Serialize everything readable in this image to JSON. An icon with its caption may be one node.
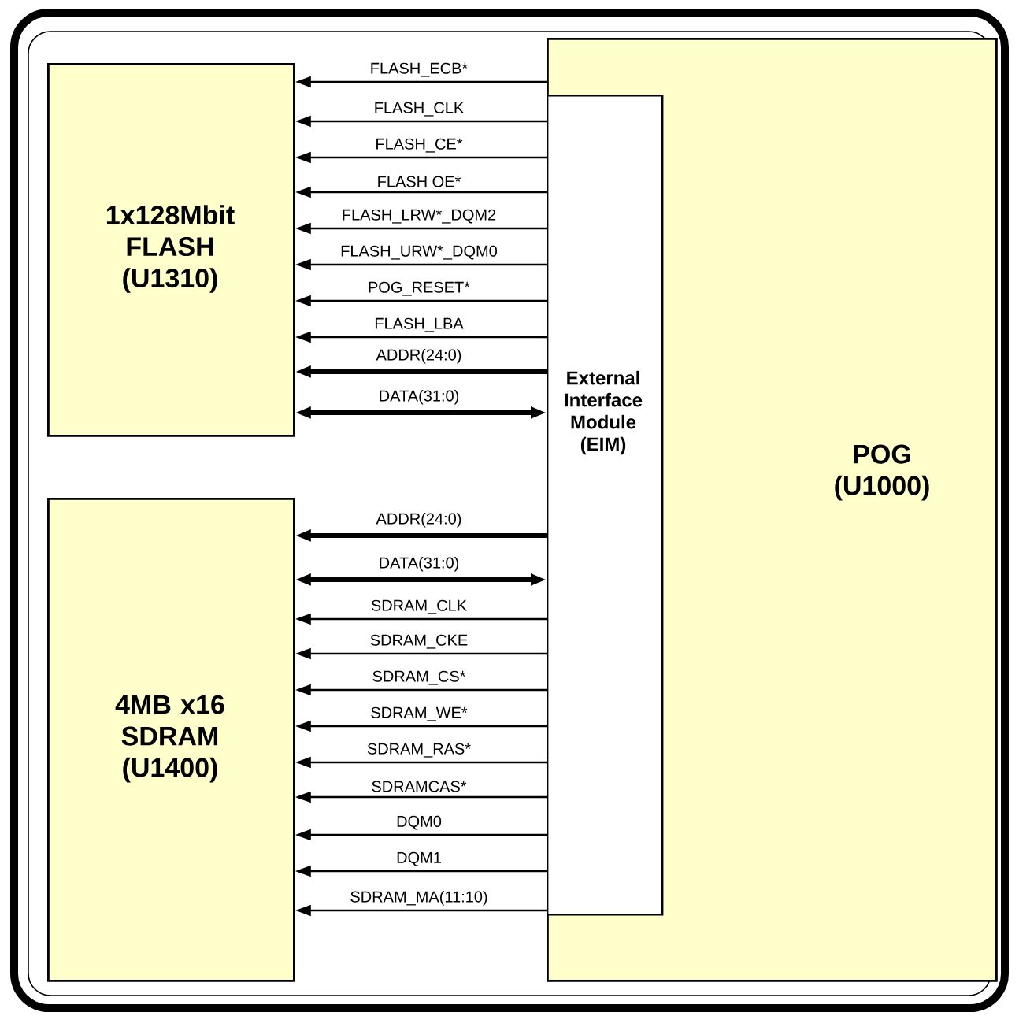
{
  "diagram": {
    "nodes": [
      {
        "text": [
          "1x128Mbit FLASH (U1310)"
        ]
      },
      {
        "text": [
          "4MB x16 SDRAM (U1400)"
        ]
      },
      {
        "text": [
          "POG (U1000)"
        ]
      },
      {
        "text": [
          "External Interface Module (EIM)"
        ],
        "in": 2
      }
    ],
    "edges": [
      {
        "from": 2,
        "to": 0,
        "arrow": "to",
        "label": "FLASH_ECB*"
      },
      {
        "from": 3,
        "to": 0,
        "arrow": "to",
        "label": "FLASH_CLK"
      },
      {
        "from": 3,
        "to": 0,
        "arrow": "to",
        "label": "FLASH_CE*"
      },
      {
        "from": 3,
        "to": 0,
        "arrow": "to",
        "label": "FLASH OE*"
      },
      {
        "from": 3,
        "to": 0,
        "arrow": "to",
        "label": "FLASH_LRW*_DQM2"
      },
      {
        "from": 3,
        "to": 0,
        "arrow": "to",
        "label": "FLASH_URW*_DQM0"
      },
      {
        "from": 3,
        "to": 0,
        "arrow": "to",
        "label": "POG_RESET*"
      },
      {
        "from": 3,
        "to": 0,
        "arrow": "to",
        "label": "FLASH_LBA"
      },
      {
        "from": 3,
        "to": 0,
        "arrow": "to",
        "label": "ADDR(24:0)",
        "style": "thick"
      },
      {
        "from": 3,
        "to": 0,
        "arrow": "both",
        "label": "DATA(31:0)",
        "style": "thick"
      },
      {
        "from": 3,
        "to": 1,
        "arrow": "to",
        "label": "ADDR(24:0)",
        "style": "thick"
      },
      {
        "from": 3,
        "to": 1,
        "arrow": "both",
        "label": "DATA(31:0)",
        "style": "thick"
      },
      {
        "from": 3,
        "to": 1,
        "arrow": "to",
        "label": "SDRAM_CLK"
      },
      {
        "from": 3,
        "to": 1,
        "arrow": "to",
        "label": "SDRAM_CKE"
      },
      {
        "from": 3,
        "to": 1,
        "arrow": "to",
        "label": "SDRAM_CS*"
      },
      {
        "from": 3,
        "to": 1,
        "arrow": "to",
        "label": "SDRAM_WE*"
      },
      {
        "from": 3,
        "to": 1,
        "arrow": "to",
        "label": "SDRAM_RAS*"
      },
      {
        "from": 3,
        "to": 1,
        "arrow": "to",
        "label": "SDRAMCAS*"
      },
      {
        "from": 3,
        "to": 1,
        "arrow": "to",
        "label": "DQM0"
      },
      {
        "from": 3,
        "to": 1,
        "arrow": "to",
        "label": "DQM1"
      },
      {
        "from": 3,
        "to": 1,
        "arrow": "to",
        "label": "SDRAM_MA(11:10)"
      }
    ]
  }
}
